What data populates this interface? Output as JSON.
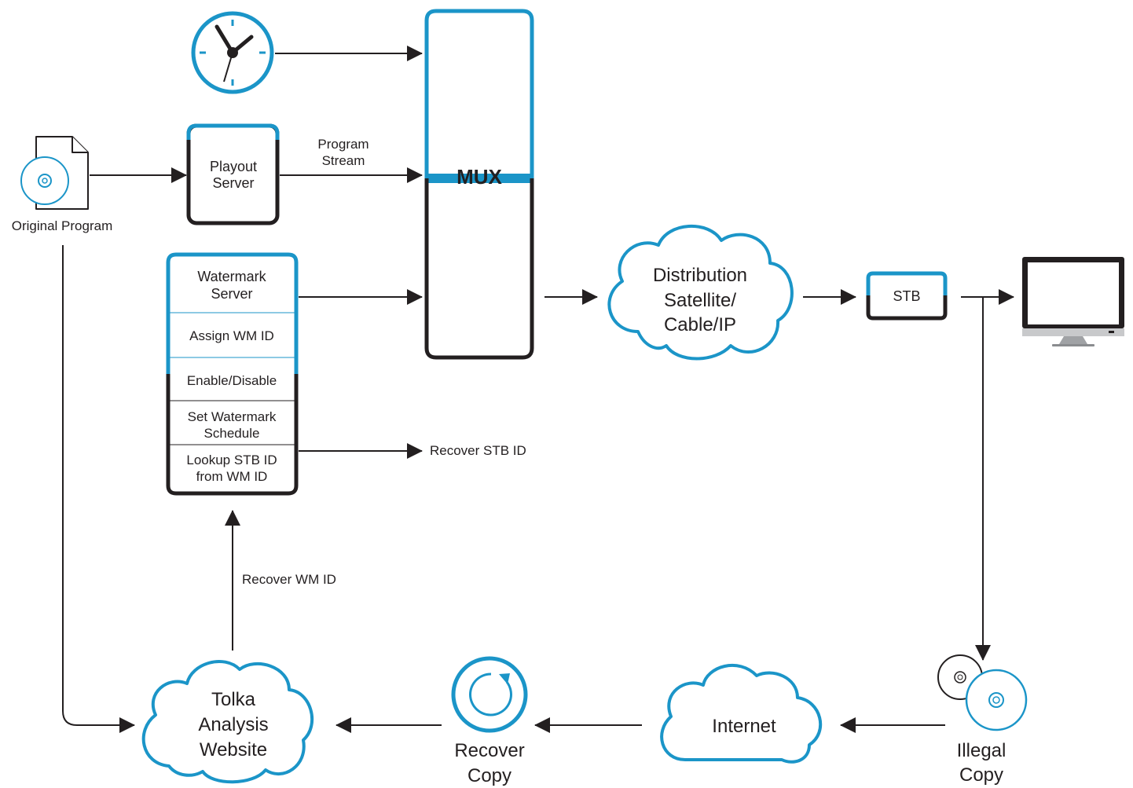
{
  "colors": {
    "accent": "#1b95c8",
    "dark": "#231f20"
  },
  "nodes": {
    "original_program": "Original Program",
    "playout_line1": "Playout",
    "playout_line2": "Server",
    "program_stream_line1": "Program",
    "program_stream_line2": "Stream",
    "mux": "MUX",
    "watermark_server_line1": "Watermark",
    "watermark_server_line2": "Server",
    "assign_wm_id": "Assign WM ID",
    "enable_disable": "Enable/Disable",
    "set_schedule_line1": "Set Watermark",
    "set_schedule_line2": "Schedule",
    "lookup_line1": "Lookup STB ID",
    "lookup_line2": "from WM ID",
    "recover_stb_id": "Recover STB ID",
    "recover_wm_id": "Recover WM ID",
    "distribution_line1": "Distribution",
    "distribution_line2": "Satellite/",
    "distribution_line3": "Cable/IP",
    "stb": "STB",
    "illegal_line1": "Illegal",
    "illegal_line2": "Copy",
    "internet": "Internet",
    "recover_copy_line1": "Recover",
    "recover_copy_line2": "Copy",
    "tolka_line1": "Tolka",
    "tolka_line2": "Analysis",
    "tolka_line3": "Website"
  },
  "icons": [
    "clock-icon",
    "disc-document-icon",
    "monitor-icon",
    "discs-icon",
    "refresh-icon",
    "cloud-icon"
  ]
}
